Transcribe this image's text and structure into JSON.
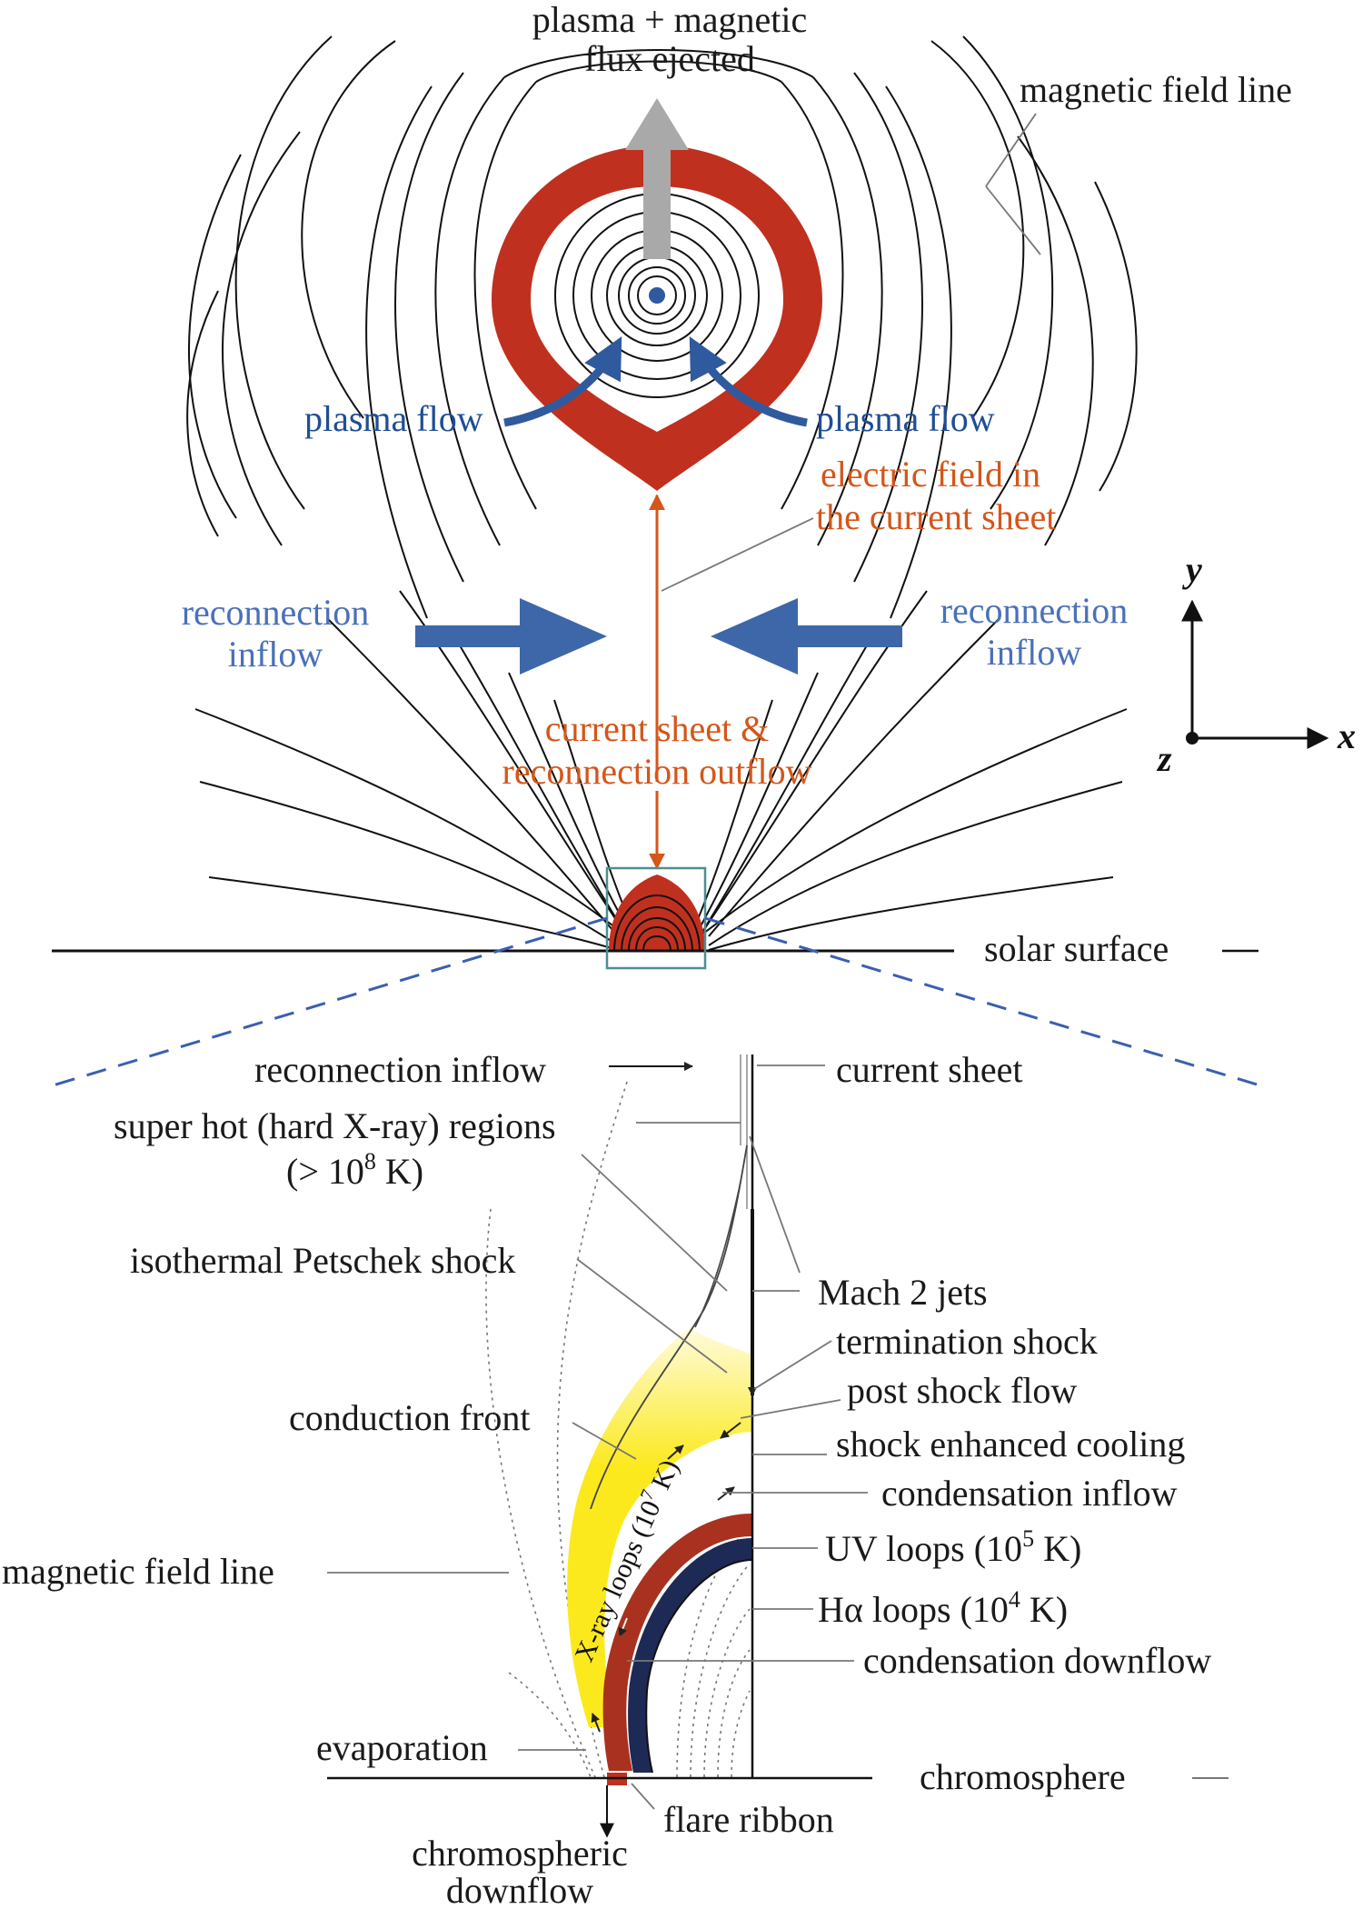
{
  "top": {
    "ejected": [
      "plasma + magnetic",
      "flux ejected"
    ],
    "field_line": "magnetic field line",
    "plasma_flow_left": "plasma flow",
    "plasma_flow_right": "plasma flow",
    "electric_field": [
      "electric field  in",
      "the current sheet"
    ],
    "inflow_left": [
      "reconnection",
      "inflow"
    ],
    "inflow_right": [
      "reconnection",
      "inflow"
    ],
    "current_sheet": [
      "current sheet &",
      "reconnection outflow"
    ],
    "solar_surface": "solar surface"
  },
  "axes": {
    "y": "y",
    "x": "x",
    "z": "z"
  },
  "bottom": {
    "reconnection_inflow": "reconnection inflow",
    "current_sheet": "current sheet",
    "super_hot": "super hot (hard X-ray) regions",
    "super_hot_temp_prefix": "(> 10",
    "super_hot_temp_exp": "8",
    "super_hot_temp_suffix": " K)",
    "petschek": "isothermal Petschek shock",
    "mach": "Mach 2 jets",
    "termination": "termination shock",
    "post_shock": "post shock flow",
    "conduction": "conduction front",
    "cooling": "shock enhanced cooling",
    "condensation_inflow": "condensation inflow",
    "xray_prefix": "X-ray loops (10",
    "xray_exp": "7",
    "xray_suffix": " K)",
    "uv_prefix": "UV loops (10",
    "uv_exp": "5",
    "uv_suffix": " K)",
    "field_line": "magnetic field line",
    "ha_prefix": "Hα loops (10",
    "ha_exp": "4",
    "ha_suffix": " K)",
    "condensation_downflow": "condensation downflow",
    "evaporation": "evaporation",
    "chromosphere": "chromosphere",
    "flare_ribbon": "flare ribbon",
    "chromo_downflow": [
      "chromospheric",
      "downflow"
    ]
  },
  "colors": {
    "flux_rope": "#c0301f",
    "blue_arrow": "#3d67a8",
    "orange": "#d4561a",
    "xray_yellow": "#fbe91e",
    "uv_red": "#a8321f",
    "halpha_navy": "#1d2a55",
    "ejection_gray": "#a9a9a9",
    "zoom_box": "#4c8f8f",
    "zoom_dash": "#3b5fb0"
  }
}
